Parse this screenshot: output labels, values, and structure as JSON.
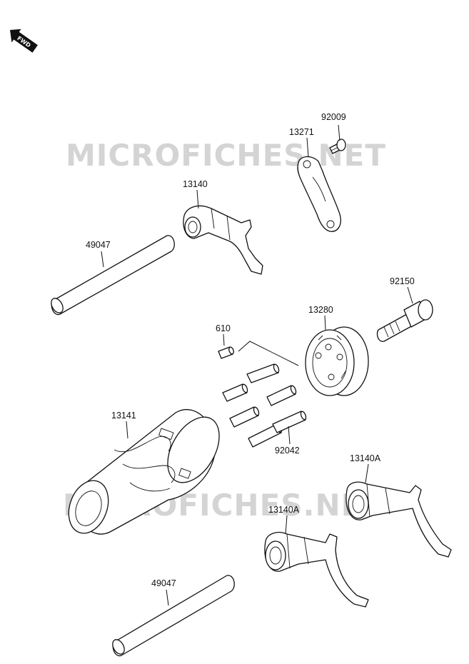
{
  "fwd_badge": {
    "text": "FWD"
  },
  "watermarks": [
    "MICROFICHES.NET",
    "MICROFICHES.NET"
  ],
  "part_labels": {
    "p92009": "92009",
    "p13271": "13271",
    "p13140": "13140",
    "p49047_top": "49047",
    "p92150": "92150",
    "p13280": "13280",
    "p610": "610",
    "p13141": "13141",
    "p92042": "92042",
    "p13140A_right": "13140A",
    "p13140A_mid": "13140A",
    "p49047_bottom": "49047"
  }
}
